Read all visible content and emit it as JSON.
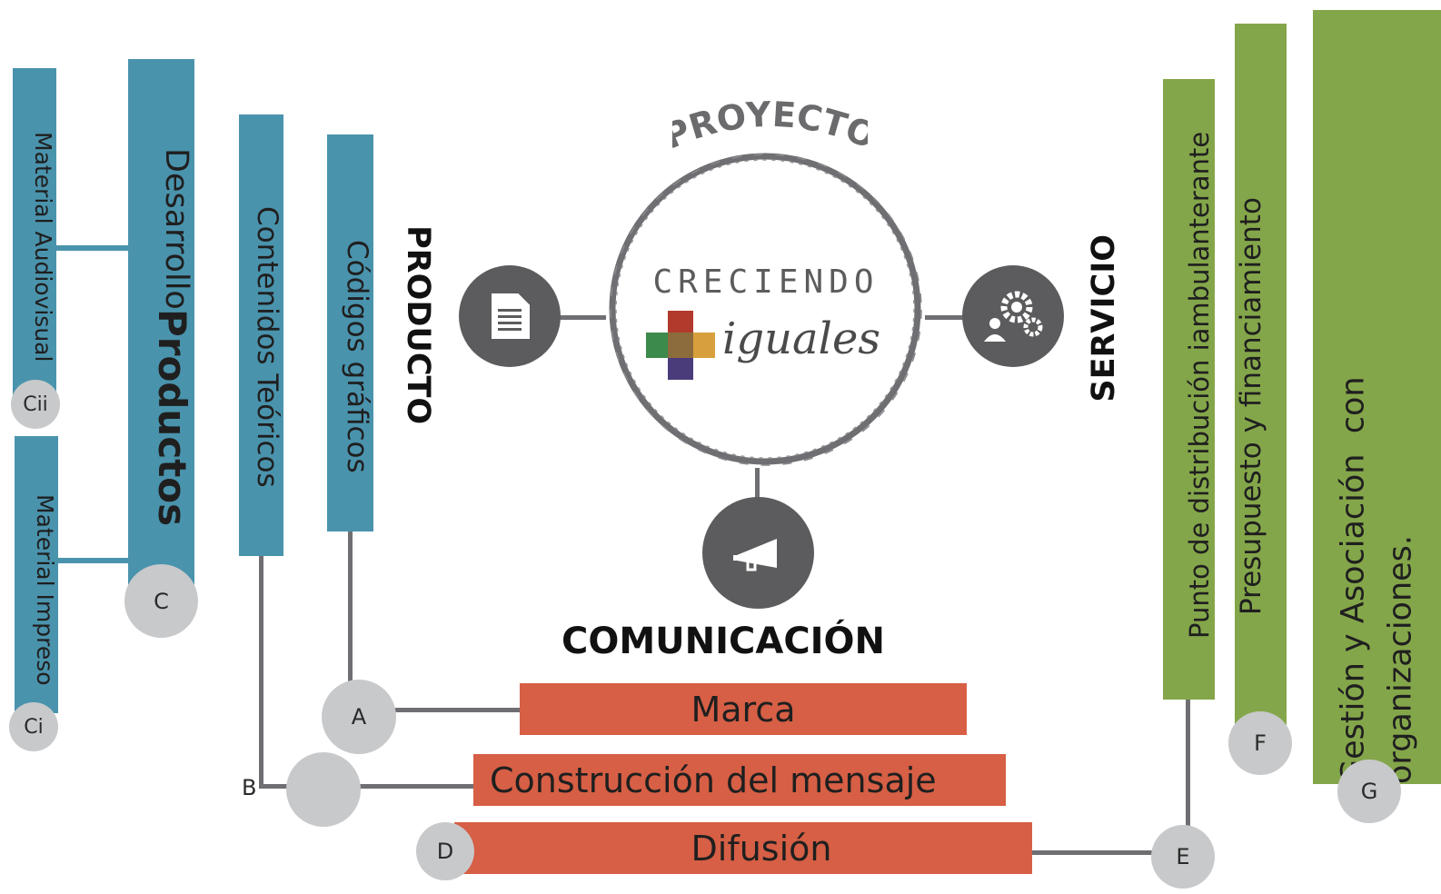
{
  "center": {
    "top_label": "PROYECTO",
    "logo_word1": "CRECIENDO",
    "logo_word2": "iguales"
  },
  "headings": {
    "producto": "PRODUCTO",
    "servicio": "SERVICIO",
    "comunicacion": "COMUNICACIÓN"
  },
  "blue_bars": {
    "material_audiovisual": "Material Audiovisual",
    "material_impreso": "Material Impreso",
    "desarrollo_prefix": "Desarrollo ",
    "desarrollo_bold": "Productos",
    "contenidos": "Contenidos Teóricos",
    "codigos": "Códigos gráficos"
  },
  "green_bars": {
    "punto": "Punto de distribución iambulanterante",
    "presupuesto": "Presupuesto y financiamiento",
    "gestion_line1": "Gestión y Asociación  con",
    "gestion_line2": "organizaciones."
  },
  "orange_bars": {
    "marca": "Marca",
    "construccion": "Construcción del mensaje",
    "difusion": "Difusión"
  },
  "badges": {
    "cii": "Cii",
    "ci": "Ci",
    "c": "C",
    "a": "A",
    "b": "B",
    "d": "D",
    "e": "E",
    "f": "F",
    "g": "G"
  },
  "icons": {
    "producto": "document-icon",
    "servicio": "gears-person-icon",
    "comunicacion": "megaphone-icon"
  },
  "colors": {
    "blue": "#4a93ad",
    "green": "#84a64a",
    "orange": "#d65f45",
    "badge_gray": "#c8c9cb",
    "icon_gray": "#5c5c5e",
    "line_gray": "#6f6f73"
  }
}
